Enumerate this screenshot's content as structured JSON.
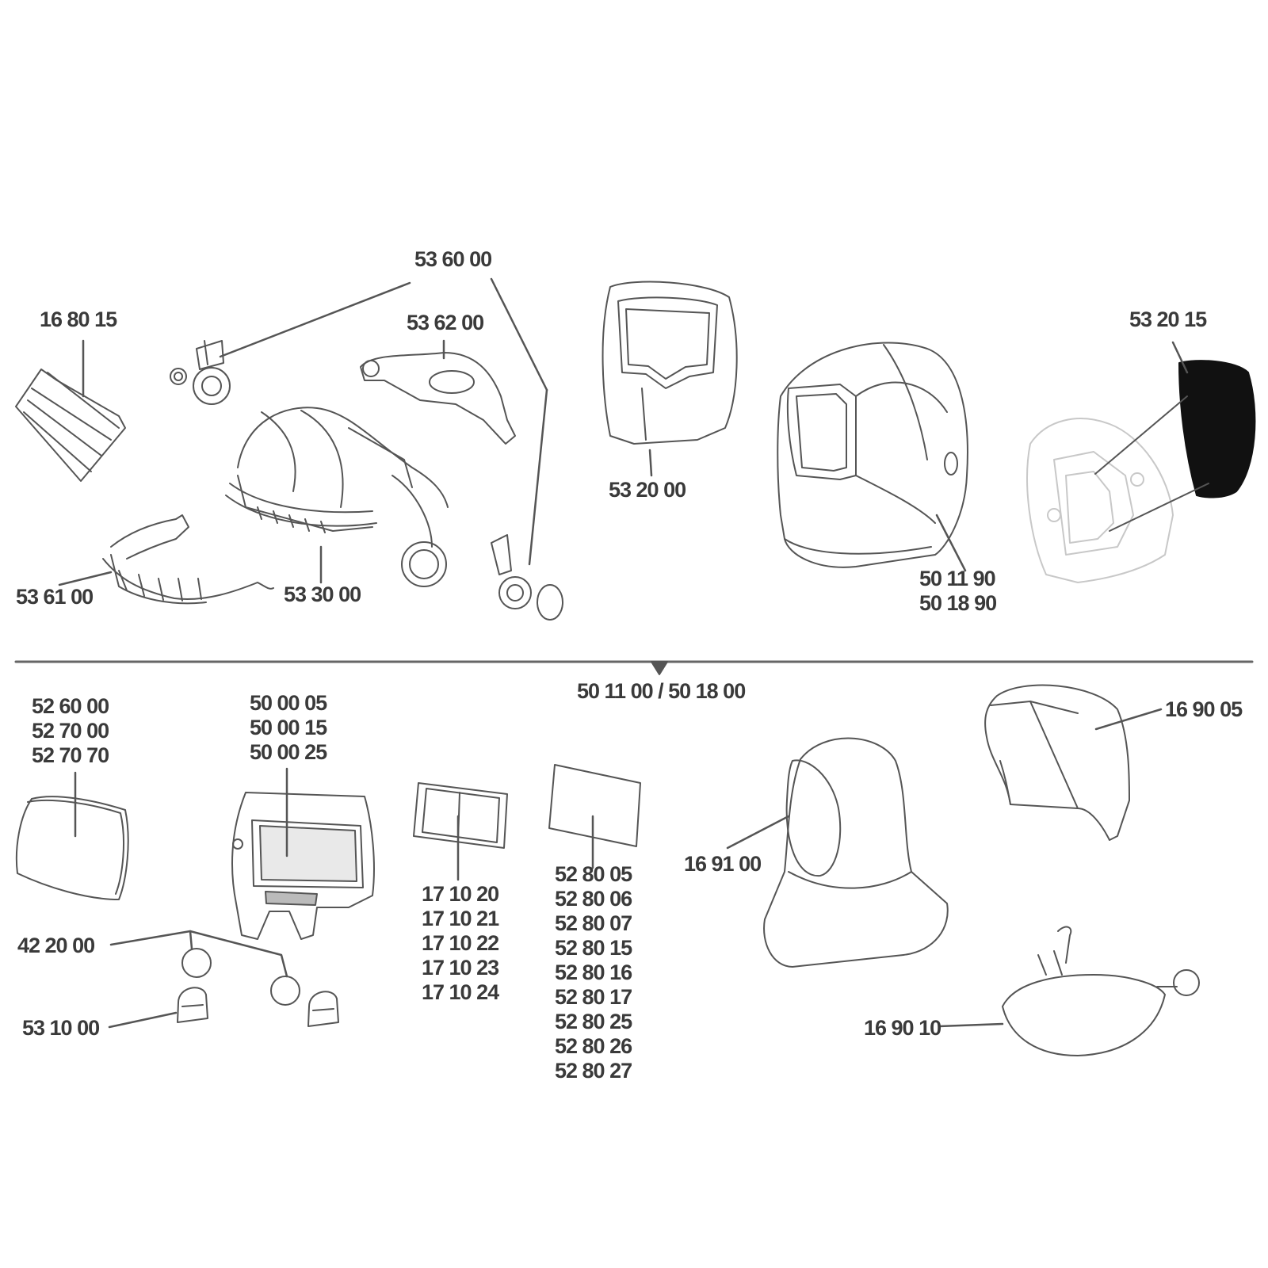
{
  "top": {
    "visor_pad": "16 80 15",
    "hinge_kit": "53 60 00",
    "top_strap": "53 62 00",
    "outer_frame": "53 20 00",
    "inner_cover": "53 20 15",
    "sweatband": "53 61 00",
    "headband": "53 30 00",
    "helmet_codes": [
      "50 11 90",
      "50 18 90"
    ]
  },
  "divider_label": "50 11 00 / 50 18 00",
  "bottom": {
    "outside_plates": [
      "52 60 00",
      "52 70 00",
      "52 70 70"
    ],
    "filter_cassette": [
      "50 00 05",
      "50 00 15",
      "50 00 25"
    ],
    "inside_plates": [
      "17 10 20",
      "17 10 21",
      "17 10 22",
      "17 10 23",
      "17 10 24"
    ],
    "magnifier_lenses": [
      "52 80 05",
      "52 80 06",
      "52 80 07",
      "52 80 15",
      "52 80 16",
      "52 80 17",
      "52 80 25",
      "52 80 26",
      "52 80 27"
    ],
    "hood": "16 91 00",
    "head_cover": "16 90 05",
    "neck_cover": "16 90 10",
    "lens_discs": "42 20 00",
    "battery_holder": "53 10 00"
  },
  "palette": {
    "ink": "#3a3a3a",
    "line": "#555555",
    "inner_cover_fill": "#111111"
  }
}
